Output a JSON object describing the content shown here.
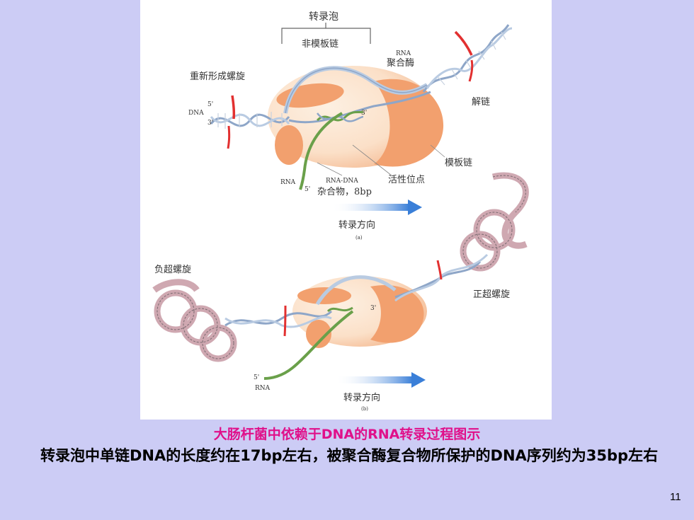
{
  "figure": {
    "panel_a": {
      "bubble_label": "转录泡",
      "nontemplate_label": "非模板链",
      "rna_pol_label_top": "RNA",
      "rna_pol_label_bottom": "聚合酶",
      "rewind_label": "重新形成螺旋",
      "five_prime": "5'",
      "dna_label": "DNA",
      "three_prime": "3'",
      "three_prime_inner": "3'",
      "unwind_label": "解链",
      "template_label": "模板链",
      "rna_label": "RNA",
      "rna_five_prime": "5'",
      "hybrid_label_top": "RNA-DNA",
      "hybrid_label_bottom": "杂合物，8bp",
      "active_site_label": "活性位点",
      "direction_label": "转录方向",
      "panel_letter": "(a)"
    },
    "panel_b": {
      "negative_supercoil_label": "负超螺旋",
      "positive_supercoil_label": "正超螺旋",
      "three_prime": "3'",
      "five_prime": "5'",
      "rna_label": "RNA",
      "direction_label": "转录方向",
      "panel_letter": "(b)"
    }
  },
  "caption": "大肠杆菌中依赖于DNA的RNA转录过程图示",
  "body_text": "转录泡中单链DNA的长度约在17bp左右，被聚合酶复合物所保护的DNA序列约为35bp左右",
  "page_number": "11",
  "colors": {
    "background": "#ccccf5",
    "caption": "#e0108a",
    "polymerase": "#f2a06e",
    "polymerase_light": "#fbe6d2",
    "dna": "#9fb6d4",
    "rna": "#6aa04a",
    "arrow": "#3a7fd8",
    "cut_marker": "#e23030"
  }
}
